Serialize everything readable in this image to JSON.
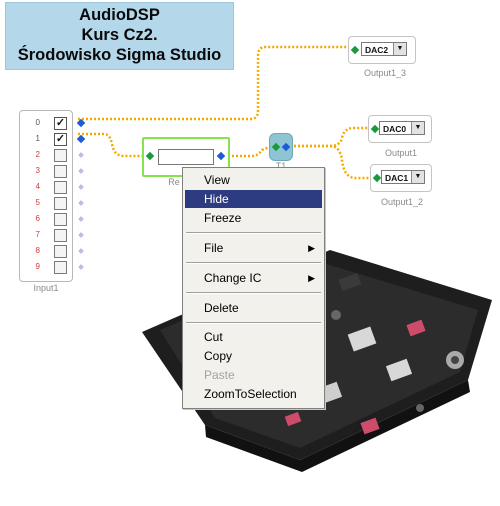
{
  "title": {
    "line1": "AudioDSP",
    "line2": "Kurs Cz2.",
    "line3": "Środowisko Sigma Studio"
  },
  "input_block": {
    "caption": "Input1",
    "channels": [
      {
        "num": "0",
        "checked": true
      },
      {
        "num": "1",
        "checked": true
      },
      {
        "num": "2",
        "checked": false
      },
      {
        "num": "3",
        "checked": false
      },
      {
        "num": "4",
        "checked": false
      },
      {
        "num": "5",
        "checked": false
      },
      {
        "num": "6",
        "checked": false
      },
      {
        "num": "7",
        "checked": false
      },
      {
        "num": "8",
        "checked": false
      },
      {
        "num": "9",
        "checked": false
      }
    ]
  },
  "readback_block": {
    "caption": "Re"
  },
  "t1_block": {
    "caption": "T1"
  },
  "outputs": [
    {
      "select": "DAC2",
      "caption": "Output1_3"
    },
    {
      "select": "DAC0",
      "caption": "Output1"
    },
    {
      "select": "DAC1",
      "caption": "Output1_2"
    }
  ],
  "context_menu": {
    "items": [
      {
        "label": "View",
        "state": "normal"
      },
      {
        "label": "Hide",
        "state": "selected"
      },
      {
        "label": "Freeze",
        "state": "normal"
      },
      {
        "label": "File",
        "state": "normal",
        "submenu": true
      },
      {
        "label": "Change IC",
        "state": "normal",
        "submenu": true
      },
      {
        "label": "Delete",
        "state": "normal"
      },
      {
        "label": "Cut",
        "state": "normal"
      },
      {
        "label": "Copy",
        "state": "normal"
      },
      {
        "label": "Paste",
        "state": "disabled"
      },
      {
        "label": "ZoomToSelection",
        "state": "normal"
      }
    ]
  },
  "colors": {
    "title_bg": "#b4d7ea",
    "wire": "#f2a900",
    "menu_highlight": "#2d3b80",
    "readback_border": "#86e44a"
  }
}
